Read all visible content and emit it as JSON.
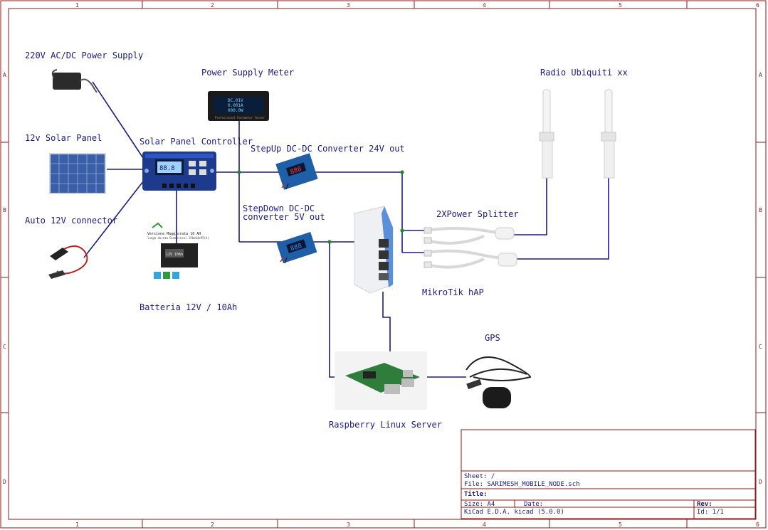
{
  "colors": {
    "border": "#8b1a1a",
    "wire": "#1a1a8c",
    "label": "#1a1a8c",
    "junction": "#1a8c1a"
  },
  "ruler": {
    "columns": [
      "1",
      "2",
      "3",
      "4",
      "5",
      "6"
    ],
    "rows": [
      "A",
      "B",
      "C",
      "D"
    ]
  },
  "components": {
    "ac_supply": "220V AC/DC  Power Supply",
    "solar_panel": "12v Solar Panel",
    "auto_connector": "Auto 12V connector",
    "controller": "Solar Panel Controller",
    "power_meter": "Power Supply Meter",
    "stepup": "StepUp DC-DC Converter 24V out",
    "stepdown_1": "StepDown DC-DC",
    "stepdown_2": "converter 5V out",
    "battery": "Batteria 12V / 10Ah",
    "radio": "Radio Ubiquiti xx",
    "splitter": "2XPower Splitter",
    "mikrotik": "MikroTik hAP",
    "gps": "GPS",
    "raspberry": "Raspberry Linux Server"
  },
  "product_text": {
    "meter_line1": "DC.01V",
    "meter_line2": "0.001A",
    "meter_line3": "000.0W",
    "meter_caption": "Professional Parameter Tester",
    "battery_header": "Versione Maggiorata 10 AH",
    "battery_sub": "lunga durata Dimensioni 150x64x95(h)",
    "battery_label": "12V 10Ah",
    "controller_display": "88.8"
  },
  "title_block": {
    "sheet": "Sheet: /",
    "file": "File: SARIMESH_MOBILE_NODE.sch",
    "title": "Title:",
    "size": "Size: A4",
    "date": "Date:",
    "rev": "Rev:",
    "kicad": "KiCad E.D.A.  kicad (5.0.0)",
    "id": "Id: 1/1"
  }
}
